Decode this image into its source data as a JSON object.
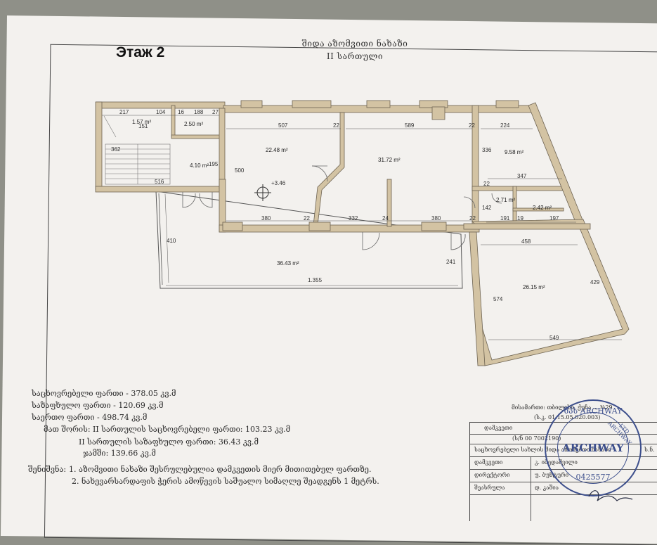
{
  "floor_label": "Этаж 2",
  "title": {
    "line1": "შიდა აზომვითი ნახაზი",
    "line2": "II სართული"
  },
  "plan": {
    "room_areas": [
      "1.57 m²",
      "2.50 m²",
      "4.10 m²",
      "22.48 m²",
      "31.72 m²",
      "9.58 m²",
      "2.71 m²",
      "2.42 m²",
      "36.43 m²",
      "26.15 m²"
    ],
    "dims_top": [
      "217",
      "104",
      "16",
      "188",
      "27",
      "151",
      "507",
      "22",
      "589",
      "22",
      "224"
    ],
    "dims_misc": [
      "362",
      "516",
      "195",
      "500",
      "+3.46",
      "336",
      "347",
      "22",
      "142",
      "191",
      "19",
      "197"
    ],
    "dims_bottom": [
      "380",
      "22",
      "332",
      "24",
      "380",
      "22",
      "410",
      "241",
      "458",
      "1.355",
      "574",
      "429",
      "549"
    ]
  },
  "summary": {
    "line1": "საცხოვრებელი ფართი - 378.05 კვ.მ",
    "line2": "საზაფხულო ფართი - 120.69 კვ.მ",
    "line3": "საერთო ფართი - 498.74 კვ.მ",
    "line4": "მათ შორის: II სართულის საცხოვრებელი ფართი: 103.23 კვ.მ",
    "line5": "II სართულის საზაფხულო ფართი: 36.43 კვ.მ",
    "line6": "ჯამში: 139.66 კვ.მ"
  },
  "notes": {
    "label": "შენიშვნა:",
    "note1": "1. აზომვითი ნახაზი შესრულებულია დამკვეთის მიერ მითითებულ ფართზე.",
    "note2": "2. ნახევარსარდაფის ჭერის ამოწევის საშუალო სიმაღლე შეადგენს 1 მეტრს."
  },
  "address": {
    "line1": "მისამართი: თბილისი, ქუჩა ... №29",
    "line2": "(ს.კ. 01.15.05.020.003)"
  },
  "title_block": {
    "header1": "დამკვეთი",
    "header2": "(ს/ნ 00 7002190)",
    "header3": "საცხოვრებელი სახლის შიდა აზომვითი ნახაზი",
    "scale": "ს.ნ.",
    "rows": [
      {
        "label": "დამკვეთი",
        "value": "კ. იმედაშვილი"
      },
      {
        "label": "დირექტორი",
        "value": "უ. ბუნტური"
      },
      {
        "label": "შეასრულა",
        "value": "დ. კაშია"
      }
    ]
  },
  "stamp": {
    "top": "შპს ARCHWAY",
    "middle": "ARCHWAY",
    "outer_right": "LTD ARCHWAY",
    "number": "0425577"
  },
  "colors": {
    "wall": "#d3c3a3",
    "wall_edge": "#6d6352",
    "paper": "#f3f1ee",
    "background": "#8f9088",
    "stamp": "#3d4f8c"
  }
}
